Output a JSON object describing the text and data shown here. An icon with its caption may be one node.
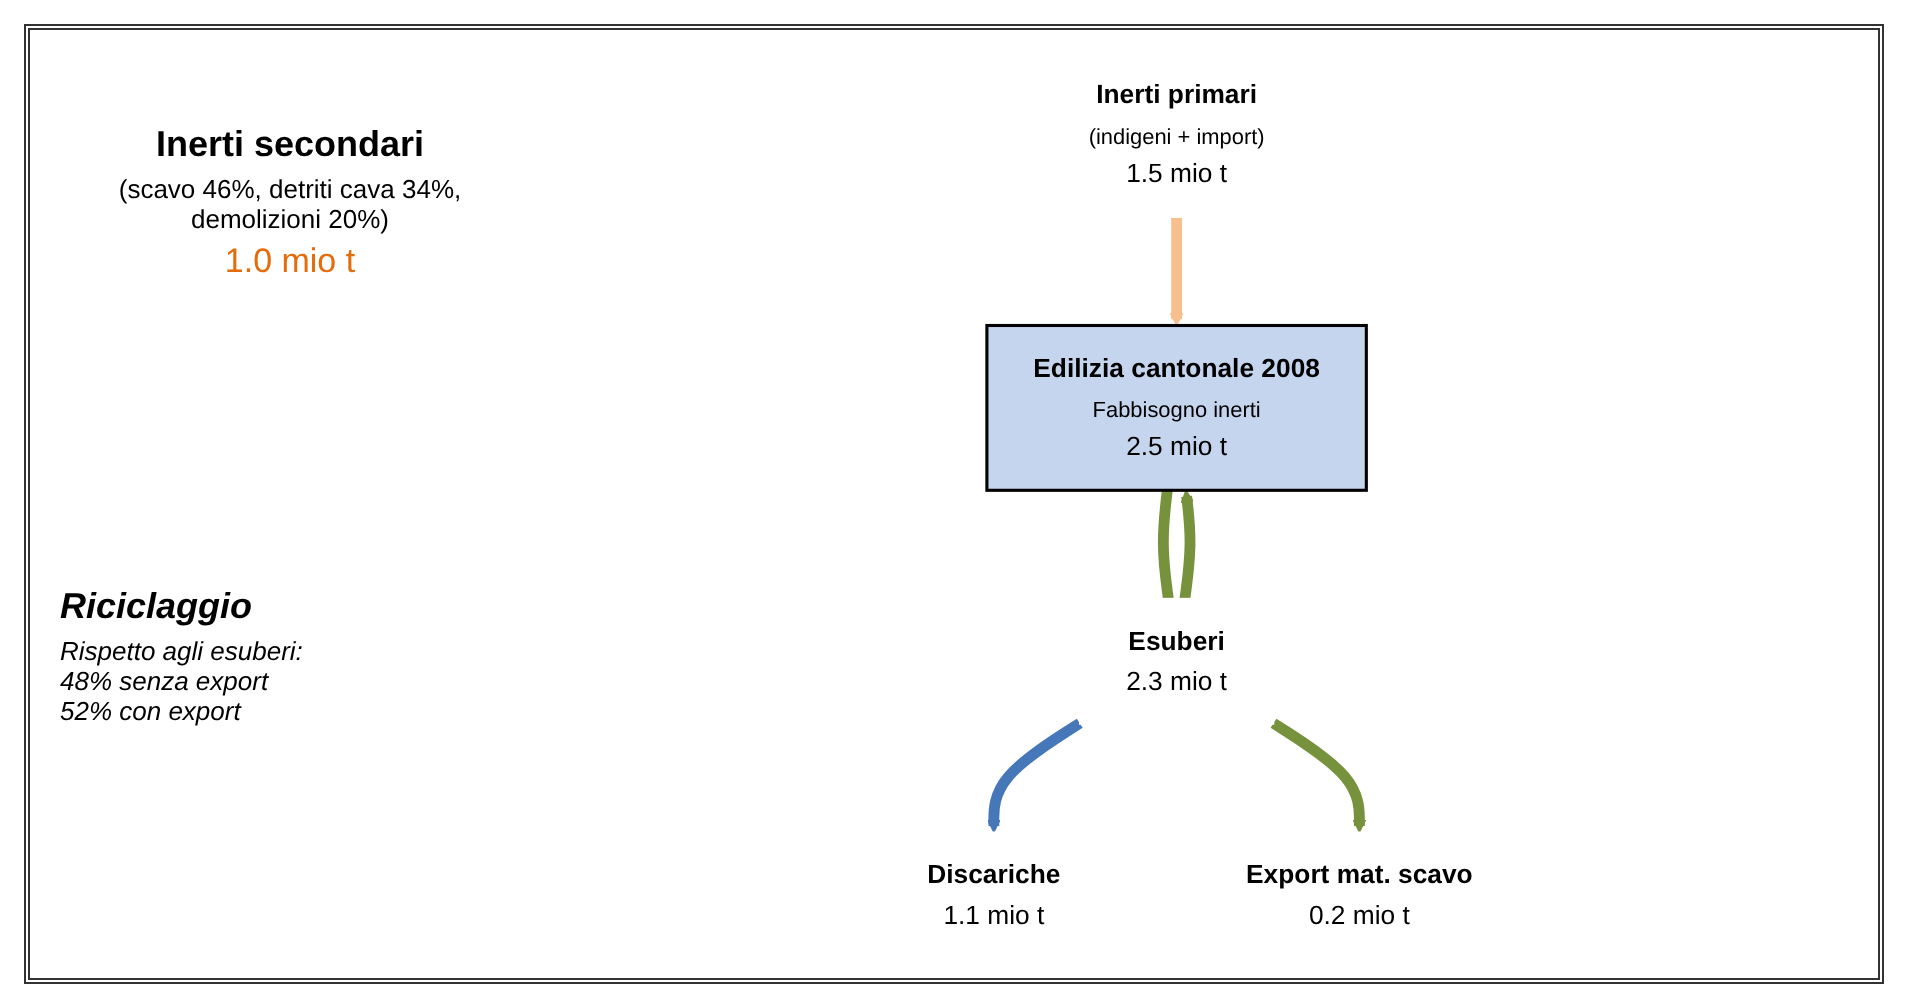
{
  "diagram": {
    "nodes": [
      {
        "text": [
          "Edilizia cantonale 2008",
          "Fabbisogno inerti",
          "2.5 mio t"
        ]
      },
      {
        "text": [
          "Inerti primari",
          "(indigeni + import)",
          "1.5 mio t"
        ]
      },
      {
        "text": [
          "Esuberi",
          "2.3 mio t"
        ]
      },
      {
        "text": [
          "Discariche",
          "1.1 mio t"
        ]
      },
      {
        "text": [
          "Export mat. scavo",
          "0.2 mio t"
        ]
      }
    ],
    "edges": [
      {
        "from": 1,
        "to": 0,
        "arrow": "to",
        "color": "#f8bf8e"
      },
      {
        "from": 0,
        "to": 2,
        "arrow": "none"
      },
      {
        "from": 2,
        "to": 0,
        "arrow": "to"
      },
      {
        "from": 2,
        "to": 3,
        "arrow": "to",
        "color": "#4677b8"
      },
      {
        "from": 2,
        "to": 4,
        "arrow": "to"
      }
    ],
    "labels": [
      "Inerti secondari",
      "(scavo 46%, detriti cava 34%, demolizioni 20%)",
      "1.0 mio t",
      "Riciclaggio",
      "Rispetto agli esuberi: 48% senza export 52% con export"
    ]
  }
}
